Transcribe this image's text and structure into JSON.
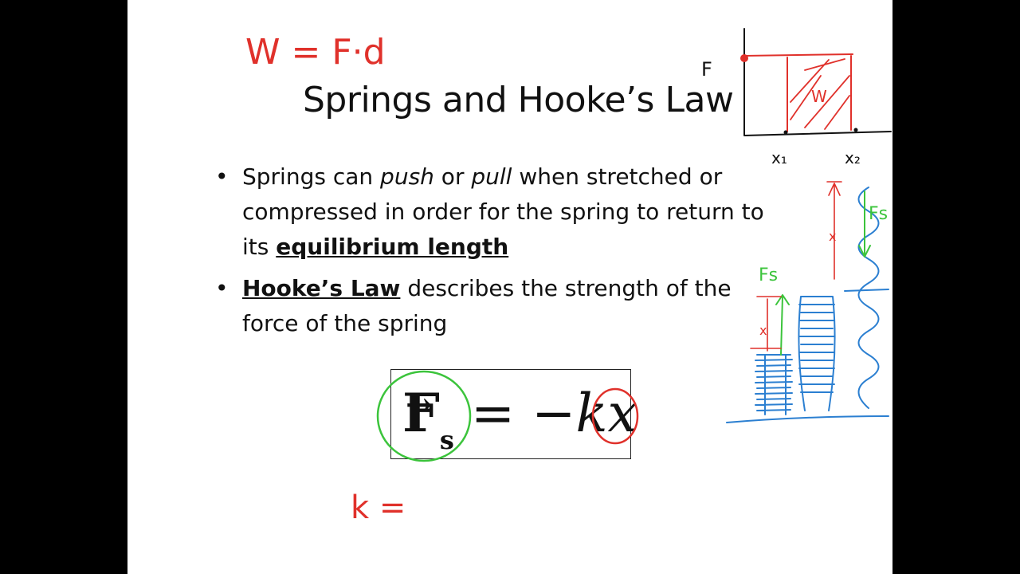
{
  "slide": {
    "title": "Springs and Hooke’s Law",
    "bullet1": {
      "part1": "Springs can ",
      "em1": "push",
      "part2": " or ",
      "em2": "pull",
      "part3": " when stretched or compressed in order for the spring to return to its ",
      "strong": "equilibrium length"
    },
    "bullet2": {
      "strong": "Hooke’s Law",
      "rest": " describes the strength of the force of the spring"
    },
    "equation": {
      "F": "F",
      "arrow": "→",
      "sub": "s",
      "rest": " = −",
      "k": "k",
      "x": "x"
    }
  },
  "annotations": {
    "work_eq": "W = F·d",
    "k_eq": "k =",
    "graph_F": "F",
    "graph_W": "W",
    "graph_x1": "x₁",
    "graph_x2": "x₂",
    "fs_left": "Fs",
    "fs_right": "Fs",
    "x_left": "x",
    "x_right": "x",
    "colors": {
      "red": "#e0312b",
      "green": "#3cc43c",
      "blue": "#2b7fd1",
      "black": "#111111"
    }
  }
}
